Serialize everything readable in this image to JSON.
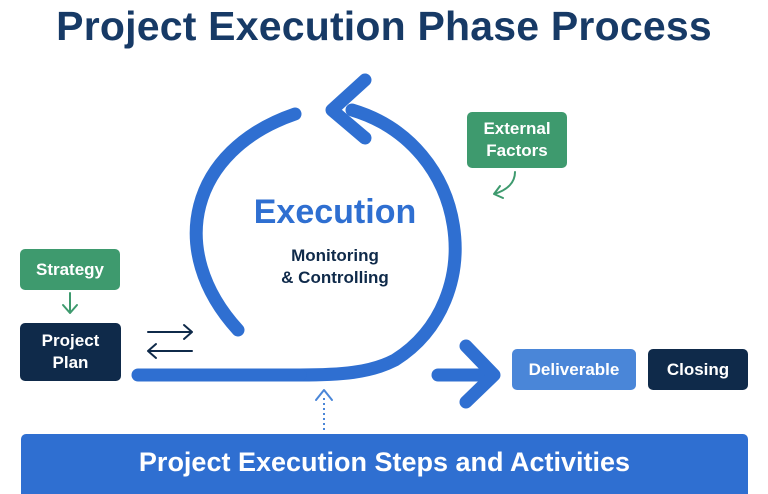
{
  "title": "Project Execution Phase Process",
  "center": {
    "title": "Execution",
    "subtitle_line1": "Monitoring",
    "subtitle_line2": "& Controlling"
  },
  "boxes": {
    "strategy": "Strategy",
    "external_line1": "External",
    "external_line2": "Factors",
    "plan_line1": "Project",
    "plan_line2": "Plan",
    "deliverable": "Deliverable",
    "closing": "Closing"
  },
  "banner": "Project Execution Steps and Activities",
  "colors": {
    "navy": "#0f2a4a",
    "blue": "#2f6fd1",
    "light_blue": "#4a86d8",
    "green": "#3e9a6e"
  }
}
